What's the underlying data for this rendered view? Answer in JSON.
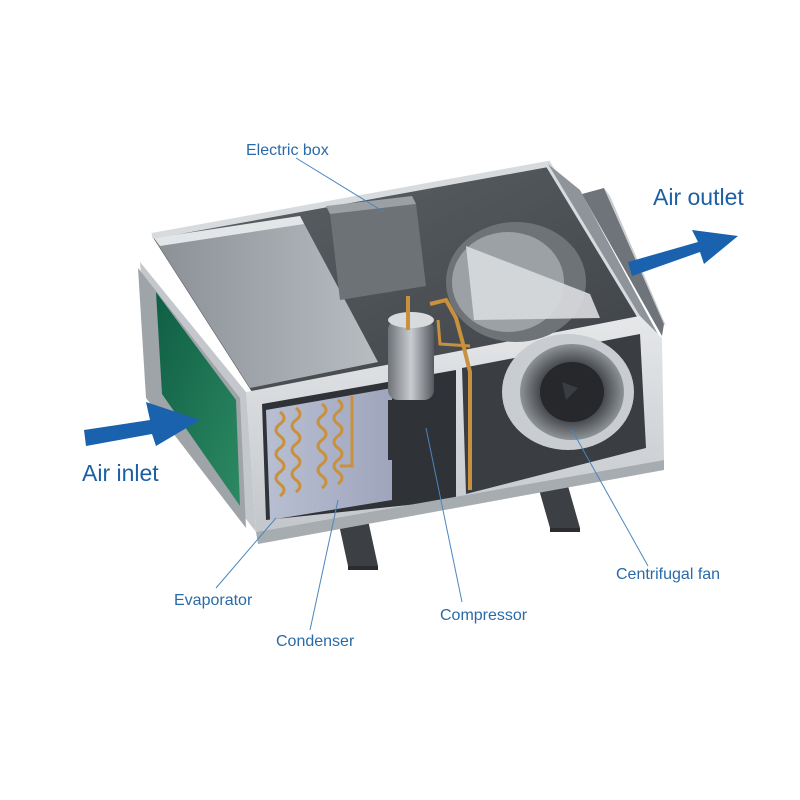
{
  "labels": {
    "electric_box": "Electric box",
    "air_outlet": "Air outlet",
    "air_inlet": "Air inlet",
    "evaporator": "Evaporator",
    "condenser": "Condenser",
    "compressor": "Compressor",
    "centrifugal_fan": "Centrifugal fan"
  },
  "colors": {
    "arrow": "#1a62ad",
    "label_text": "#2a6aa8",
    "leader_line": "#4a86bd",
    "housing": "#b9bec4",
    "coil_copper": "#c9913e"
  }
}
